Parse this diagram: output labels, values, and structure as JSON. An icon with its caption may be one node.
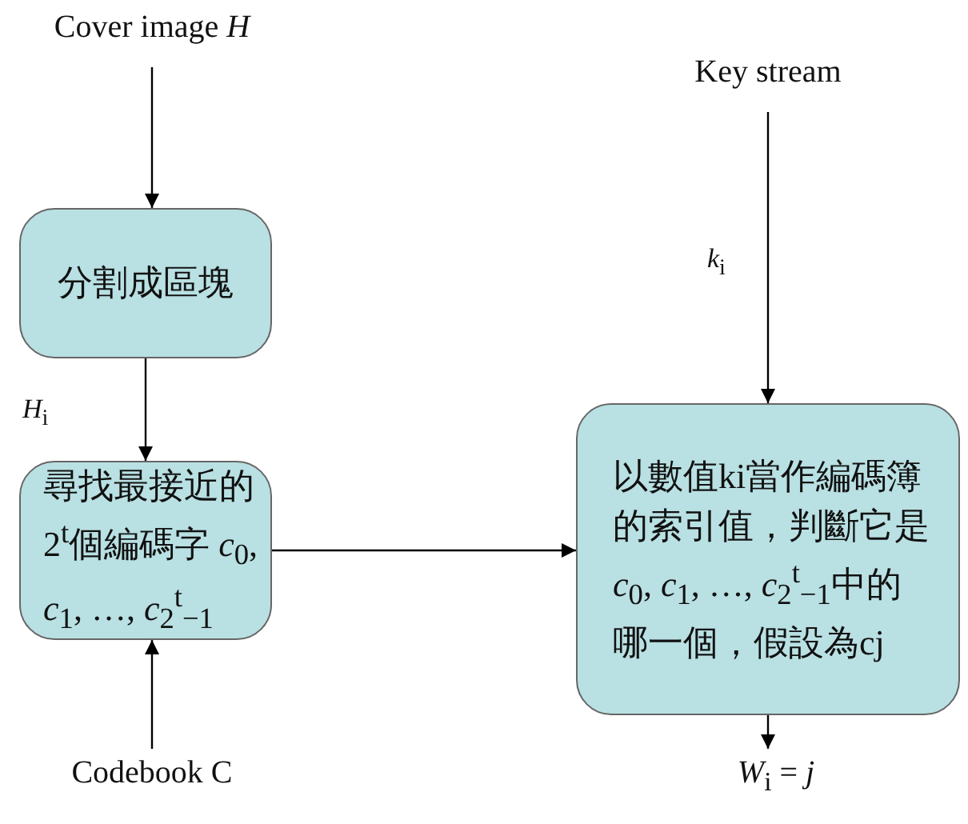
{
  "diagram": {
    "nodes": [
      {
        "text": [
          "Cover image *H*"
        ]
      },
      {
        "text": [
          "分割成區塊"
        ]
      },
      {
        "text": [
          "尋找最接近的2$^{t}$個編碼字 *c*$_{0}$, *c*$_{1}$, …, *c*$_{2}$$^{t}$$_{−1}$"
        ]
      },
      {
        "text": [
          "Codebook C"
        ]
      },
      {
        "text": [
          "Key stream"
        ]
      },
      {
        "text": [
          "以數值ki當作編碼簿的索引值，判斷它是 *c*$_{0}$, *c*$_{1}$, …, *c*$_{2}$$^{t}$$_{−1}$中的哪一個，假設為cj"
        ]
      },
      {
        "text": [
          "*W*$_{i}$ = *j*"
        ]
      }
    ],
    "edges": [
      {
        "from": 0,
        "to": 1,
        "arrow": "to"
      },
      {
        "from": 1,
        "to": 2,
        "arrow": "to",
        "label": "*H*$_{i}$"
      },
      {
        "from": 3,
        "to": 2,
        "arrow": "to"
      },
      {
        "from": 2,
        "to": 5,
        "arrow": "to"
      },
      {
        "from": 4,
        "to": 5,
        "arrow": "to",
        "label": "*k*$_{i}$"
      },
      {
        "from": 5,
        "to": 6,
        "arrow": "to"
      }
    ]
  }
}
